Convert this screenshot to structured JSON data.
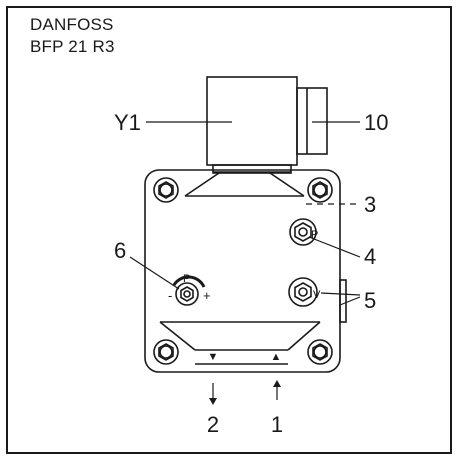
{
  "header": {
    "brand": "DANFOSS",
    "model": "BFP 21 R3"
  },
  "callouts": {
    "solenoid_coil": "Y1",
    "connector": "10",
    "seal_line": "3",
    "pressure_gauge_port": "4",
    "vacuum_gauge_port": "5",
    "pressure_adjust": "6",
    "return_line": "2",
    "suction_line": "1"
  },
  "port_marks": {
    "pressure": "P",
    "vacuum": "V",
    "adjust": "P",
    "minus": "-",
    "plus": "+"
  },
  "flow_marks": {
    "outlet": "▼",
    "inlet": "▲"
  }
}
